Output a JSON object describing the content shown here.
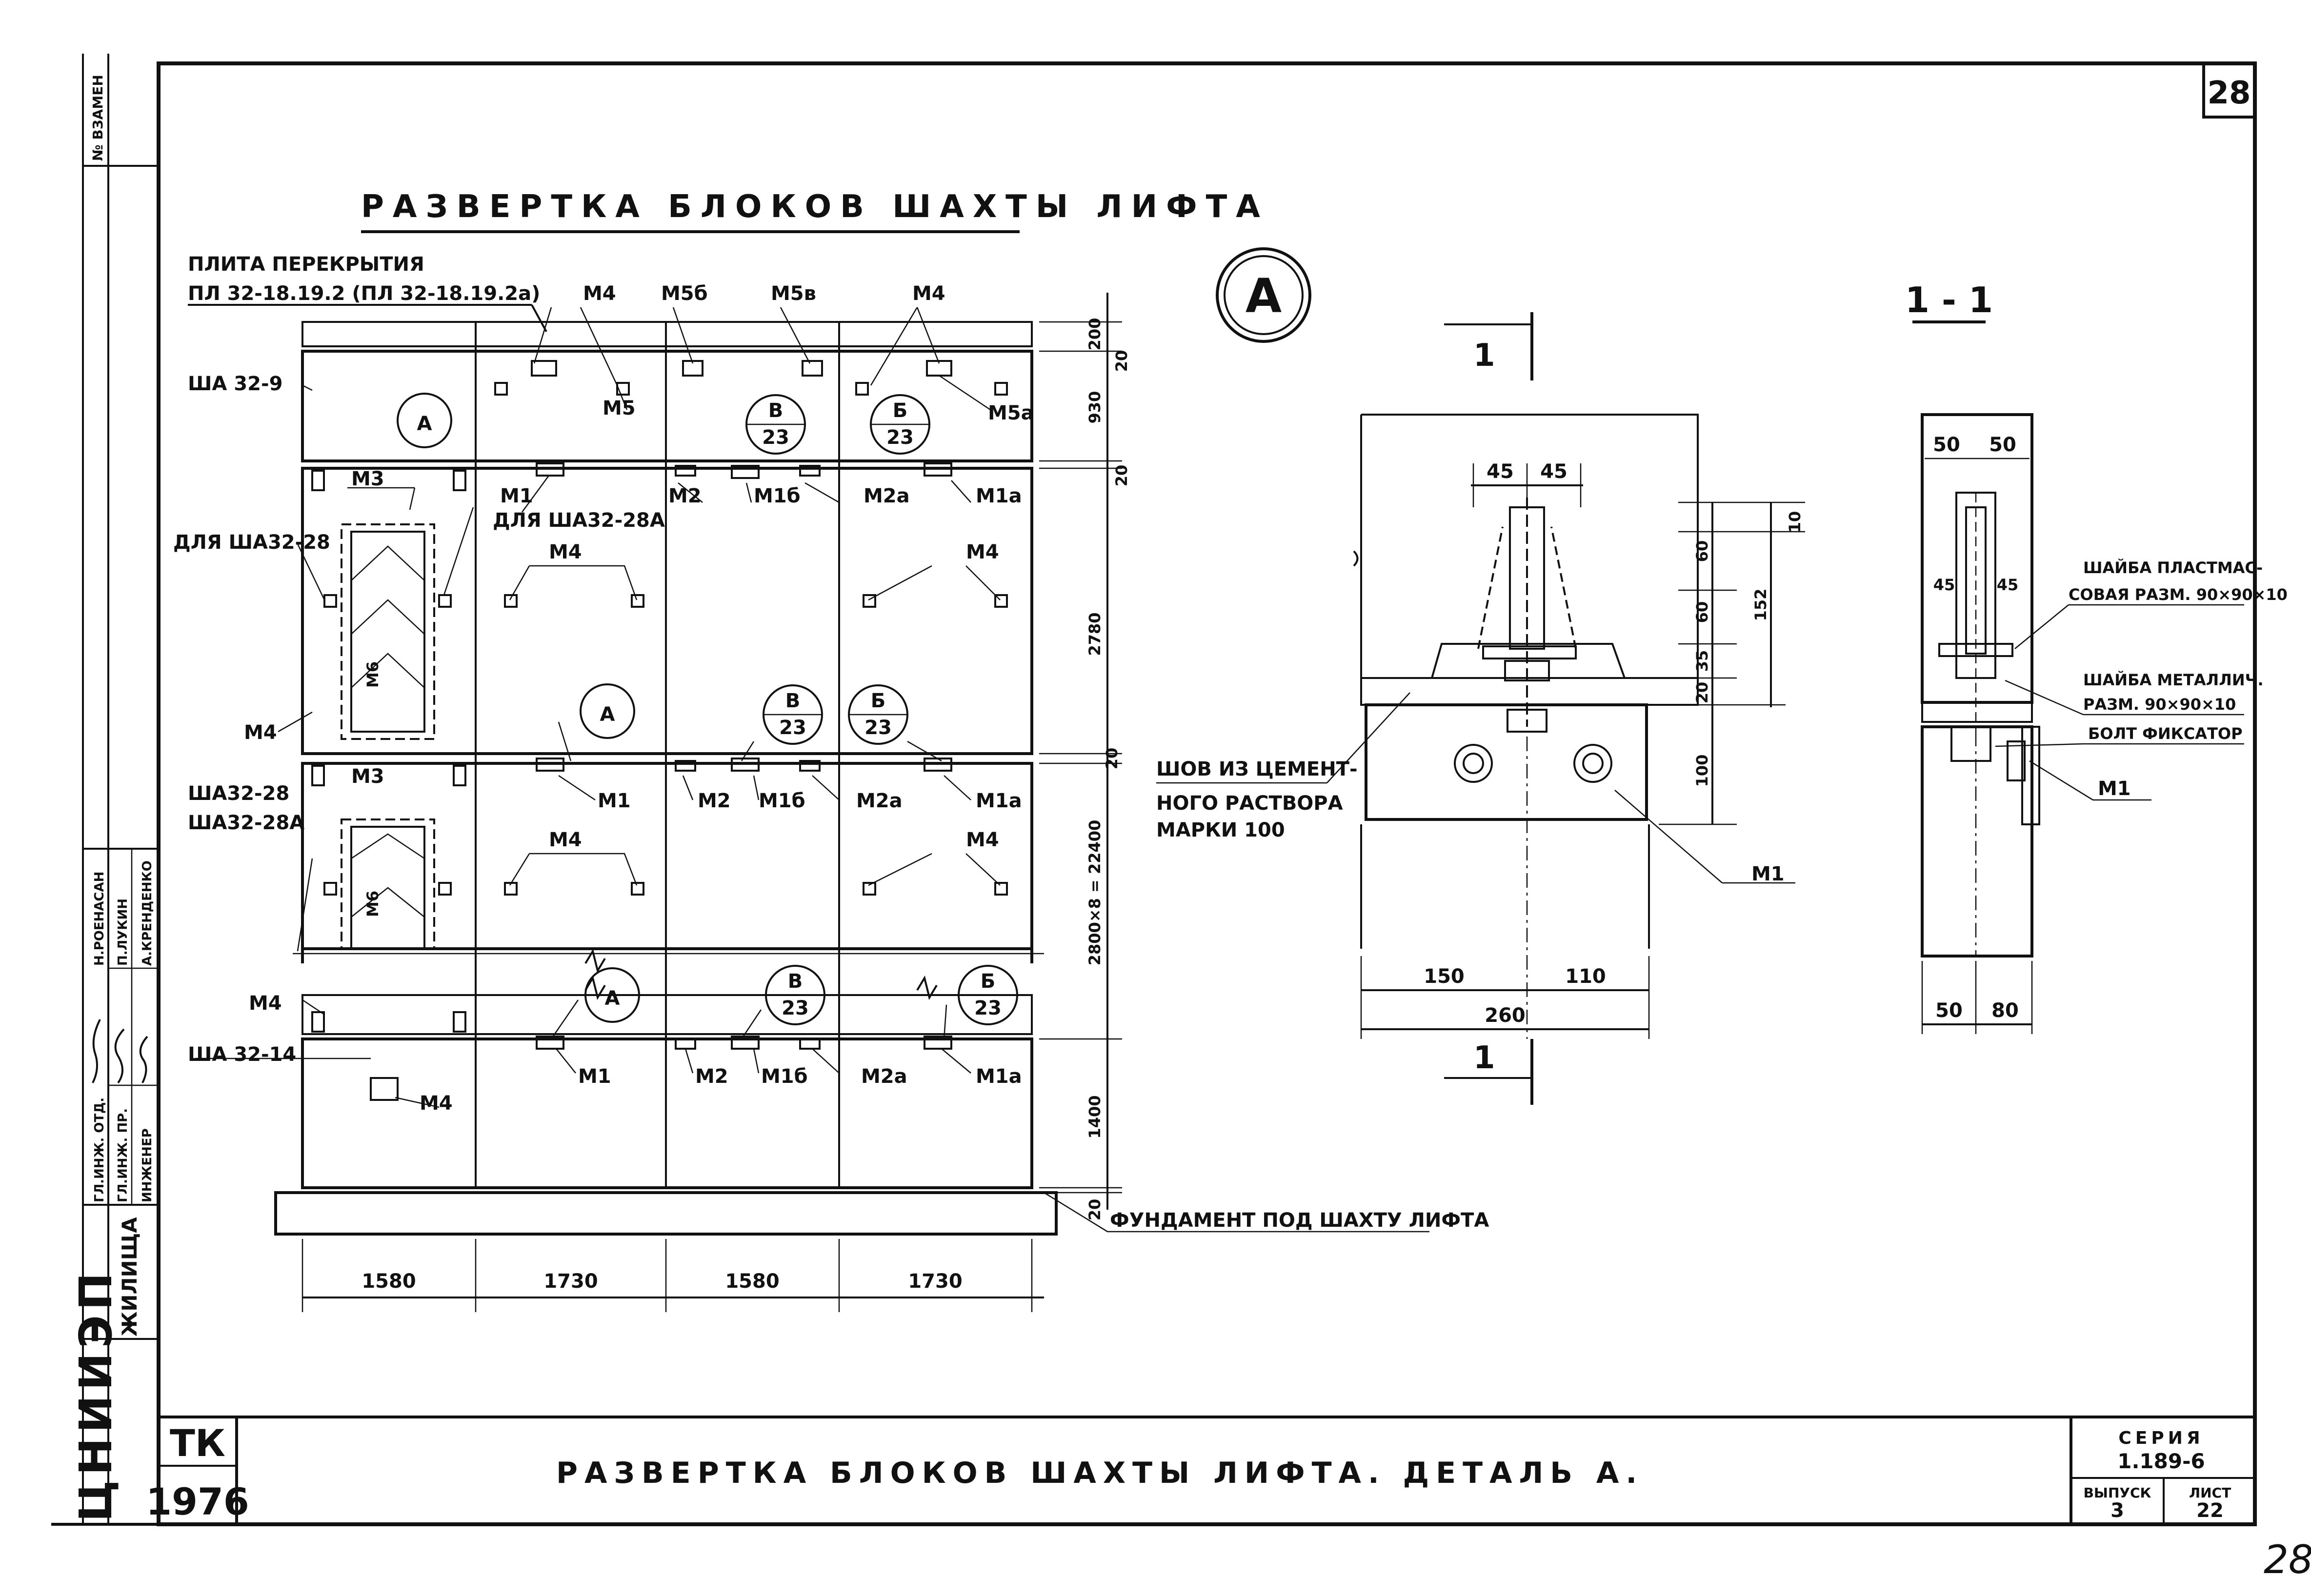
{
  "sheet": {
    "page_number": "28",
    "handwritten_number": "28",
    "side_strip_top": "№ ВЗАМЕН",
    "org_vertical": "ЖИЛИЩА",
    "org_logo": "ЦНИИЭП"
  },
  "signatures": {
    "roles": [
      "ГЛ.ИНЖ. ОТД.",
      "ГЛ.ИНЖ. ПР.",
      "ИНЖЕНЕР"
    ],
    "names": [
      "Н.РОЕНАСАН",
      "П.ЛУКИН",
      "А.КРЕНДЕНКО"
    ]
  },
  "drawing": {
    "title": "РАЗВЕРТКА БЛОКОВ ШАХТЫ ЛИФТА",
    "plate_label_1": "ПЛИТА ПЕРЕКРЫТИЯ",
    "plate_label_2": "ПЛ 32-18.19.2 (ПЛ 32-18.19.2а)",
    "block_labels": [
      "ША 32-9",
      "ДЛЯ ША32-28",
      "ША32-28",
      "ША32-28А",
      "ША 32-14"
    ],
    "for_28a": "ДЛЯ ША32-28А",
    "foundation": "ФУНДАМЕНТ ПОД ШАХТУ ЛИФТА",
    "callout_A": "А",
    "callout_B": "В",
    "callout_V": "Б",
    "sheet_ref": "23",
    "marks": {
      "m1": "М1",
      "m1a": "М1а",
      "m1b": "М1б",
      "m2": "М2",
      "m2a": "М2а",
      "m3": "М3",
      "m4": "М4",
      "m5": "М5",
      "m5a": "М5а",
      "m5b": "М5б",
      "m5v": "М5в",
      "m6": "М6"
    },
    "dims_bottom": [
      "1580",
      "1730",
      "1580",
      "1730"
    ],
    "dims_right": [
      "200",
      "20",
      "930",
      "20",
      "2780",
      "20",
      "2800×8 = 22400",
      "1400",
      "20"
    ]
  },
  "detail": {
    "title": "А",
    "section_mark": "1",
    "seam_note": "ШОВ ИЗ ЦЕМЕНТНОГО РАСТВОРА МАРКИ 100",
    "seam_lines": [
      "ШОВ ИЗ ЦЕМЕНТ-",
      "НОГО РАСТВОРА",
      "МАРКИ 100"
    ],
    "m1": "М1",
    "dims_top": [
      "45",
      "45"
    ],
    "dims_right": [
      "10",
      "60",
      "60",
      "35",
      "20",
      "152",
      "100"
    ],
    "dims_bottom": [
      "150",
      "110",
      "260"
    ]
  },
  "section": {
    "title": "1 - 1",
    "dims_top": [
      "50",
      "50"
    ],
    "dims_inner": [
      "45",
      "45"
    ],
    "dims_bottom": [
      "50",
      "80"
    ],
    "washer_plastic": [
      "ШАЙБА ПЛАСТМАС-",
      "СОВАЯ РАЗМ. 90×90×10"
    ],
    "washer_metal": [
      "ШАЙБА МЕТАЛЛИЧ.",
      "РАЗМ. 90×90×10"
    ],
    "bolt": "БОЛТ ФИКСАТОР",
    "m1": "М1"
  },
  "title_block": {
    "tk": "ТК",
    "year": "1976",
    "caption": "РАЗВЕРТКА БЛОКОВ ШАХТЫ ЛИФТА. ДЕТАЛЬ А.",
    "series_label": "СЕРИЯ",
    "series_value": "1.189-6",
    "issue_label": "ВЫПУСК",
    "issue_value": "3",
    "sheet_label": "ЛИСТ",
    "sheet_value": "22"
  }
}
